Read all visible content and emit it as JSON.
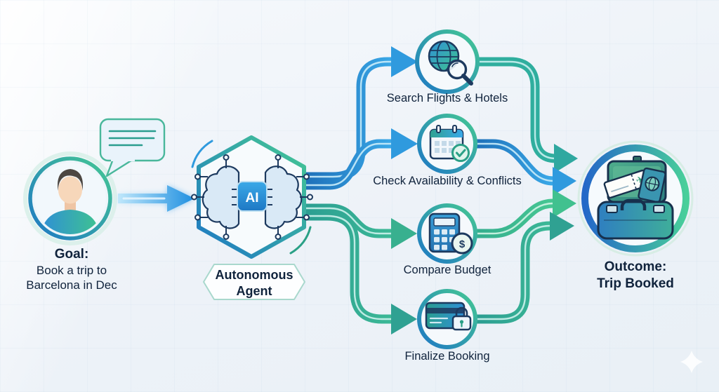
{
  "goal": {
    "heading": "Goal:",
    "line1": "Book a trip to",
    "line2": "Barcelona in Dec"
  },
  "user": {
    "avatar_icon": "user-avatar",
    "speech_icon": "speech-bubble-icon"
  },
  "agent": {
    "chip_label": "AI",
    "icon": "ai-brain-circuit-icon",
    "label_line1": "Autonomous",
    "label_line2": "Agent"
  },
  "tasks": [
    {
      "label": "Search Flights & Hotels",
      "icon": "globe-magnifier-icon"
    },
    {
      "label": "Check Availability & Conflicts",
      "icon": "calendar-check-icon"
    },
    {
      "label": "Compare Budget",
      "icon": "calculator-dollar-icon",
      "currency_symbol": "$"
    },
    {
      "label": "Finalize Booking",
      "icon": "credit-card-lock-icon"
    }
  ],
  "outcome": {
    "heading": "Outcome:",
    "line": "Trip Booked",
    "icon": "open-suitcase-icon",
    "plane_glyph": "✈"
  },
  "colors": {
    "accent_blue": "#2b8fd4",
    "accent_teal": "#2fa192",
    "accent_green": "#41c18f",
    "ring_green": "#45c893",
    "ring_blue": "#1e78c4",
    "text": "#10233c",
    "background": "#eef3f9"
  }
}
